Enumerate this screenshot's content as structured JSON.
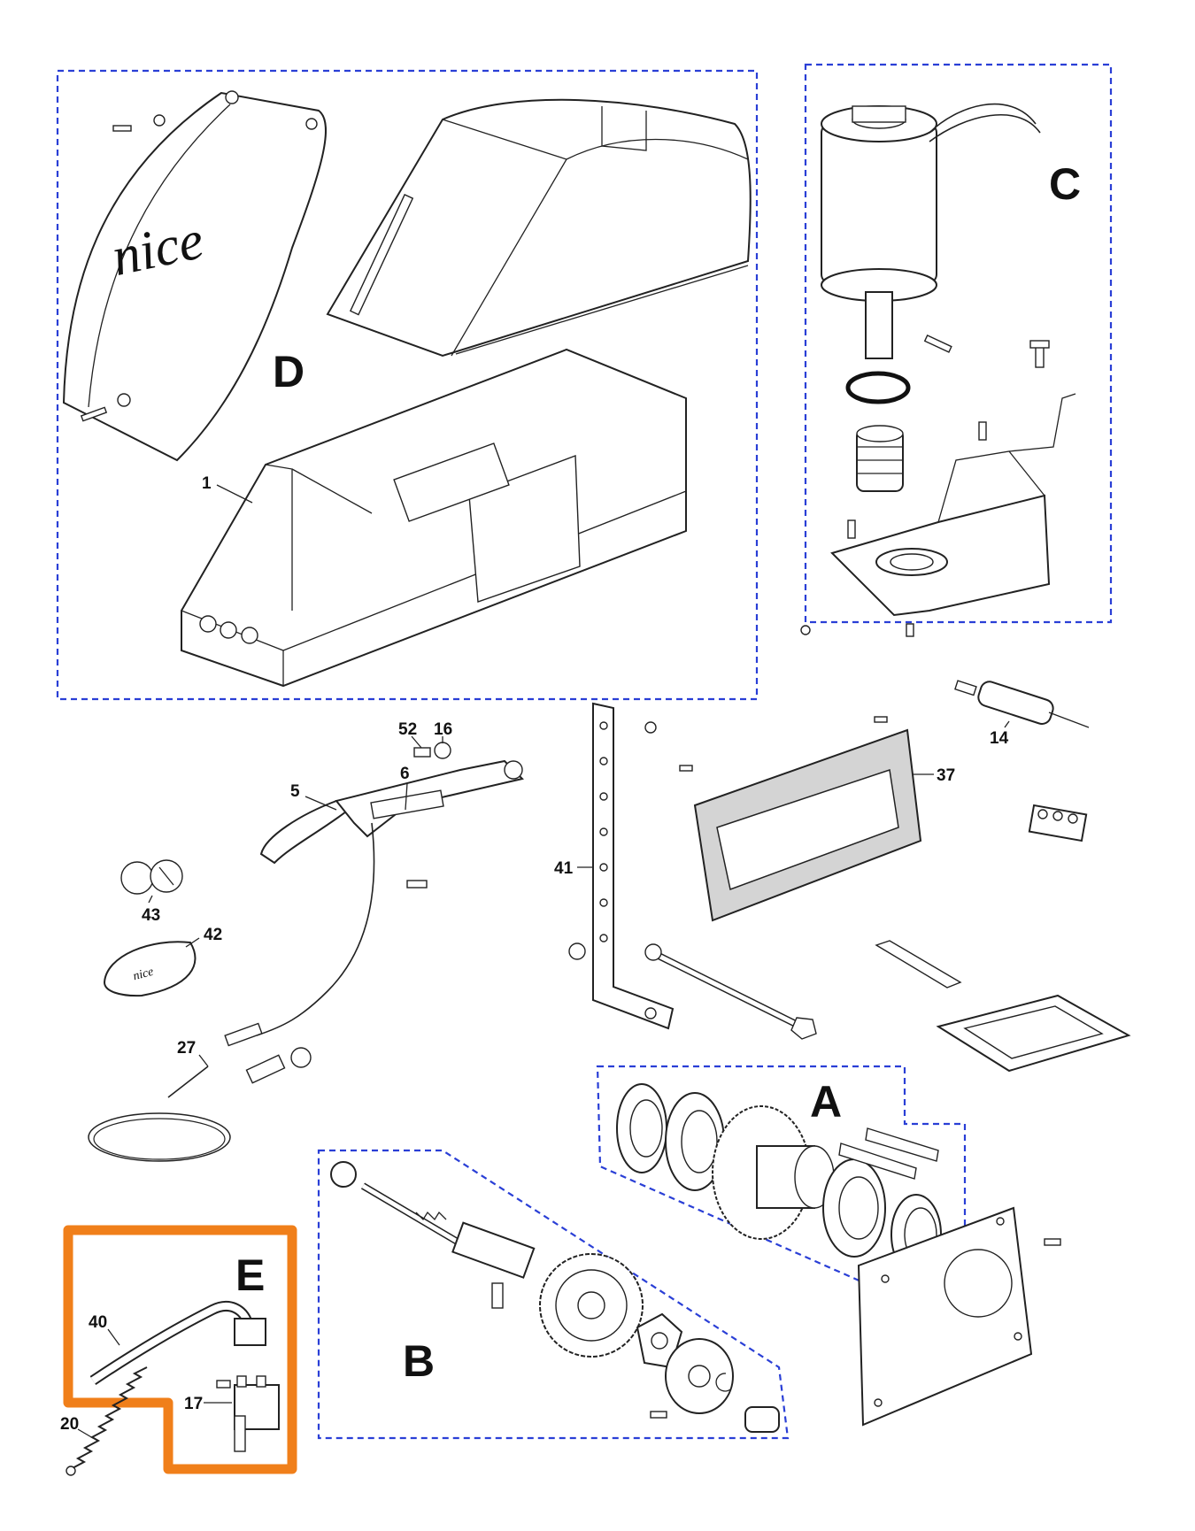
{
  "colors": {
    "group_outline": "#2a3fd6",
    "highlight_outline": "#f07f1a",
    "line_art": "#222222",
    "background": "#ffffff"
  },
  "groups": {
    "A": "A",
    "B": "B",
    "C": "C",
    "D": "D",
    "E": "E"
  },
  "logo_text": "nice",
  "callouts": {
    "p1": "1",
    "p5": "5",
    "p6": "6",
    "p14": "14",
    "p16": "16",
    "p17": "17",
    "p20": "20",
    "p27": "27",
    "p37": "37",
    "p40": "40",
    "p41": "41",
    "p42": "42",
    "p43": "43",
    "p52": "52"
  }
}
